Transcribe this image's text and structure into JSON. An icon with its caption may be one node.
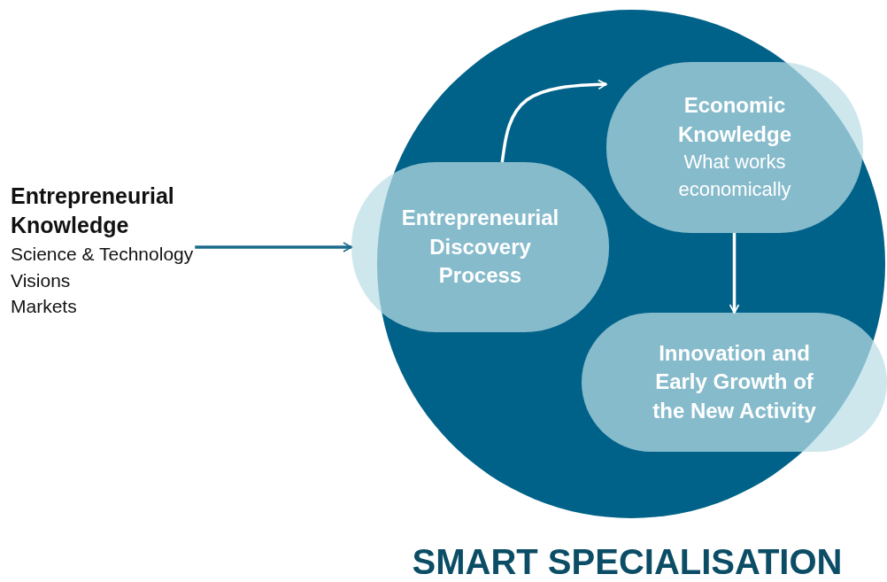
{
  "diagram": {
    "title": "SMART SPECIALISATION",
    "nodes": [
      {
        "text": [
          "Entrepreneurial Knowledge",
          "Science & Technology",
          "Visions",
          "Markets"
        ]
      },
      {
        "text": [
          "Entrepreneurial Discovery Process"
        ]
      },
      {
        "text": [
          "Economic Knowledge",
          "What works economically"
        ]
      },
      {
        "text": [
          "Innovation and Early Growth of the New Activity"
        ]
      }
    ],
    "edges": [
      {
        "from": 0,
        "to": 1,
        "arrow": "to",
        "color": "#1a6b8c"
      },
      {
        "from": 1,
        "to": 2,
        "arrow": "to"
      },
      {
        "from": 2,
        "to": 3,
        "arrow": "to"
      }
    ]
  }
}
